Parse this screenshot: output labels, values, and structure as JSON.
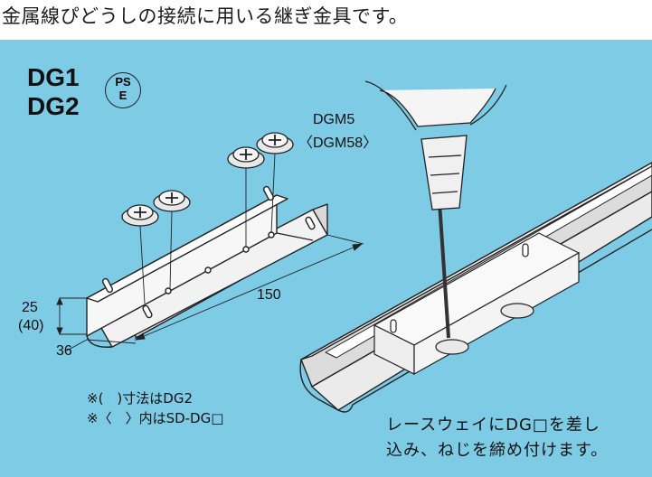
{
  "description_line": "金属線ぴどうしの接続に用いる継ぎ金具です。",
  "models": [
    "DG1",
    "DG2"
  ],
  "pse_mark": {
    "top": "PS",
    "bottom": "E"
  },
  "screw_label": [
    "DGM5",
    "〈DGM58〉"
  ],
  "dimensions": {
    "height": "25",
    "height_alt": "(40)",
    "width": "36",
    "length": "150"
  },
  "notes": [
    "※(　)寸法はDG2",
    "※〈　〉内はSD-DG□"
  ],
  "instruction": [
    "レースウェイにDG□を差し",
    "込み、ねじを締め付けます。"
  ],
  "colors": {
    "panel": "#7ecbe6",
    "metal": "#eeeeee",
    "line": "#222222",
    "text": "#111111"
  }
}
